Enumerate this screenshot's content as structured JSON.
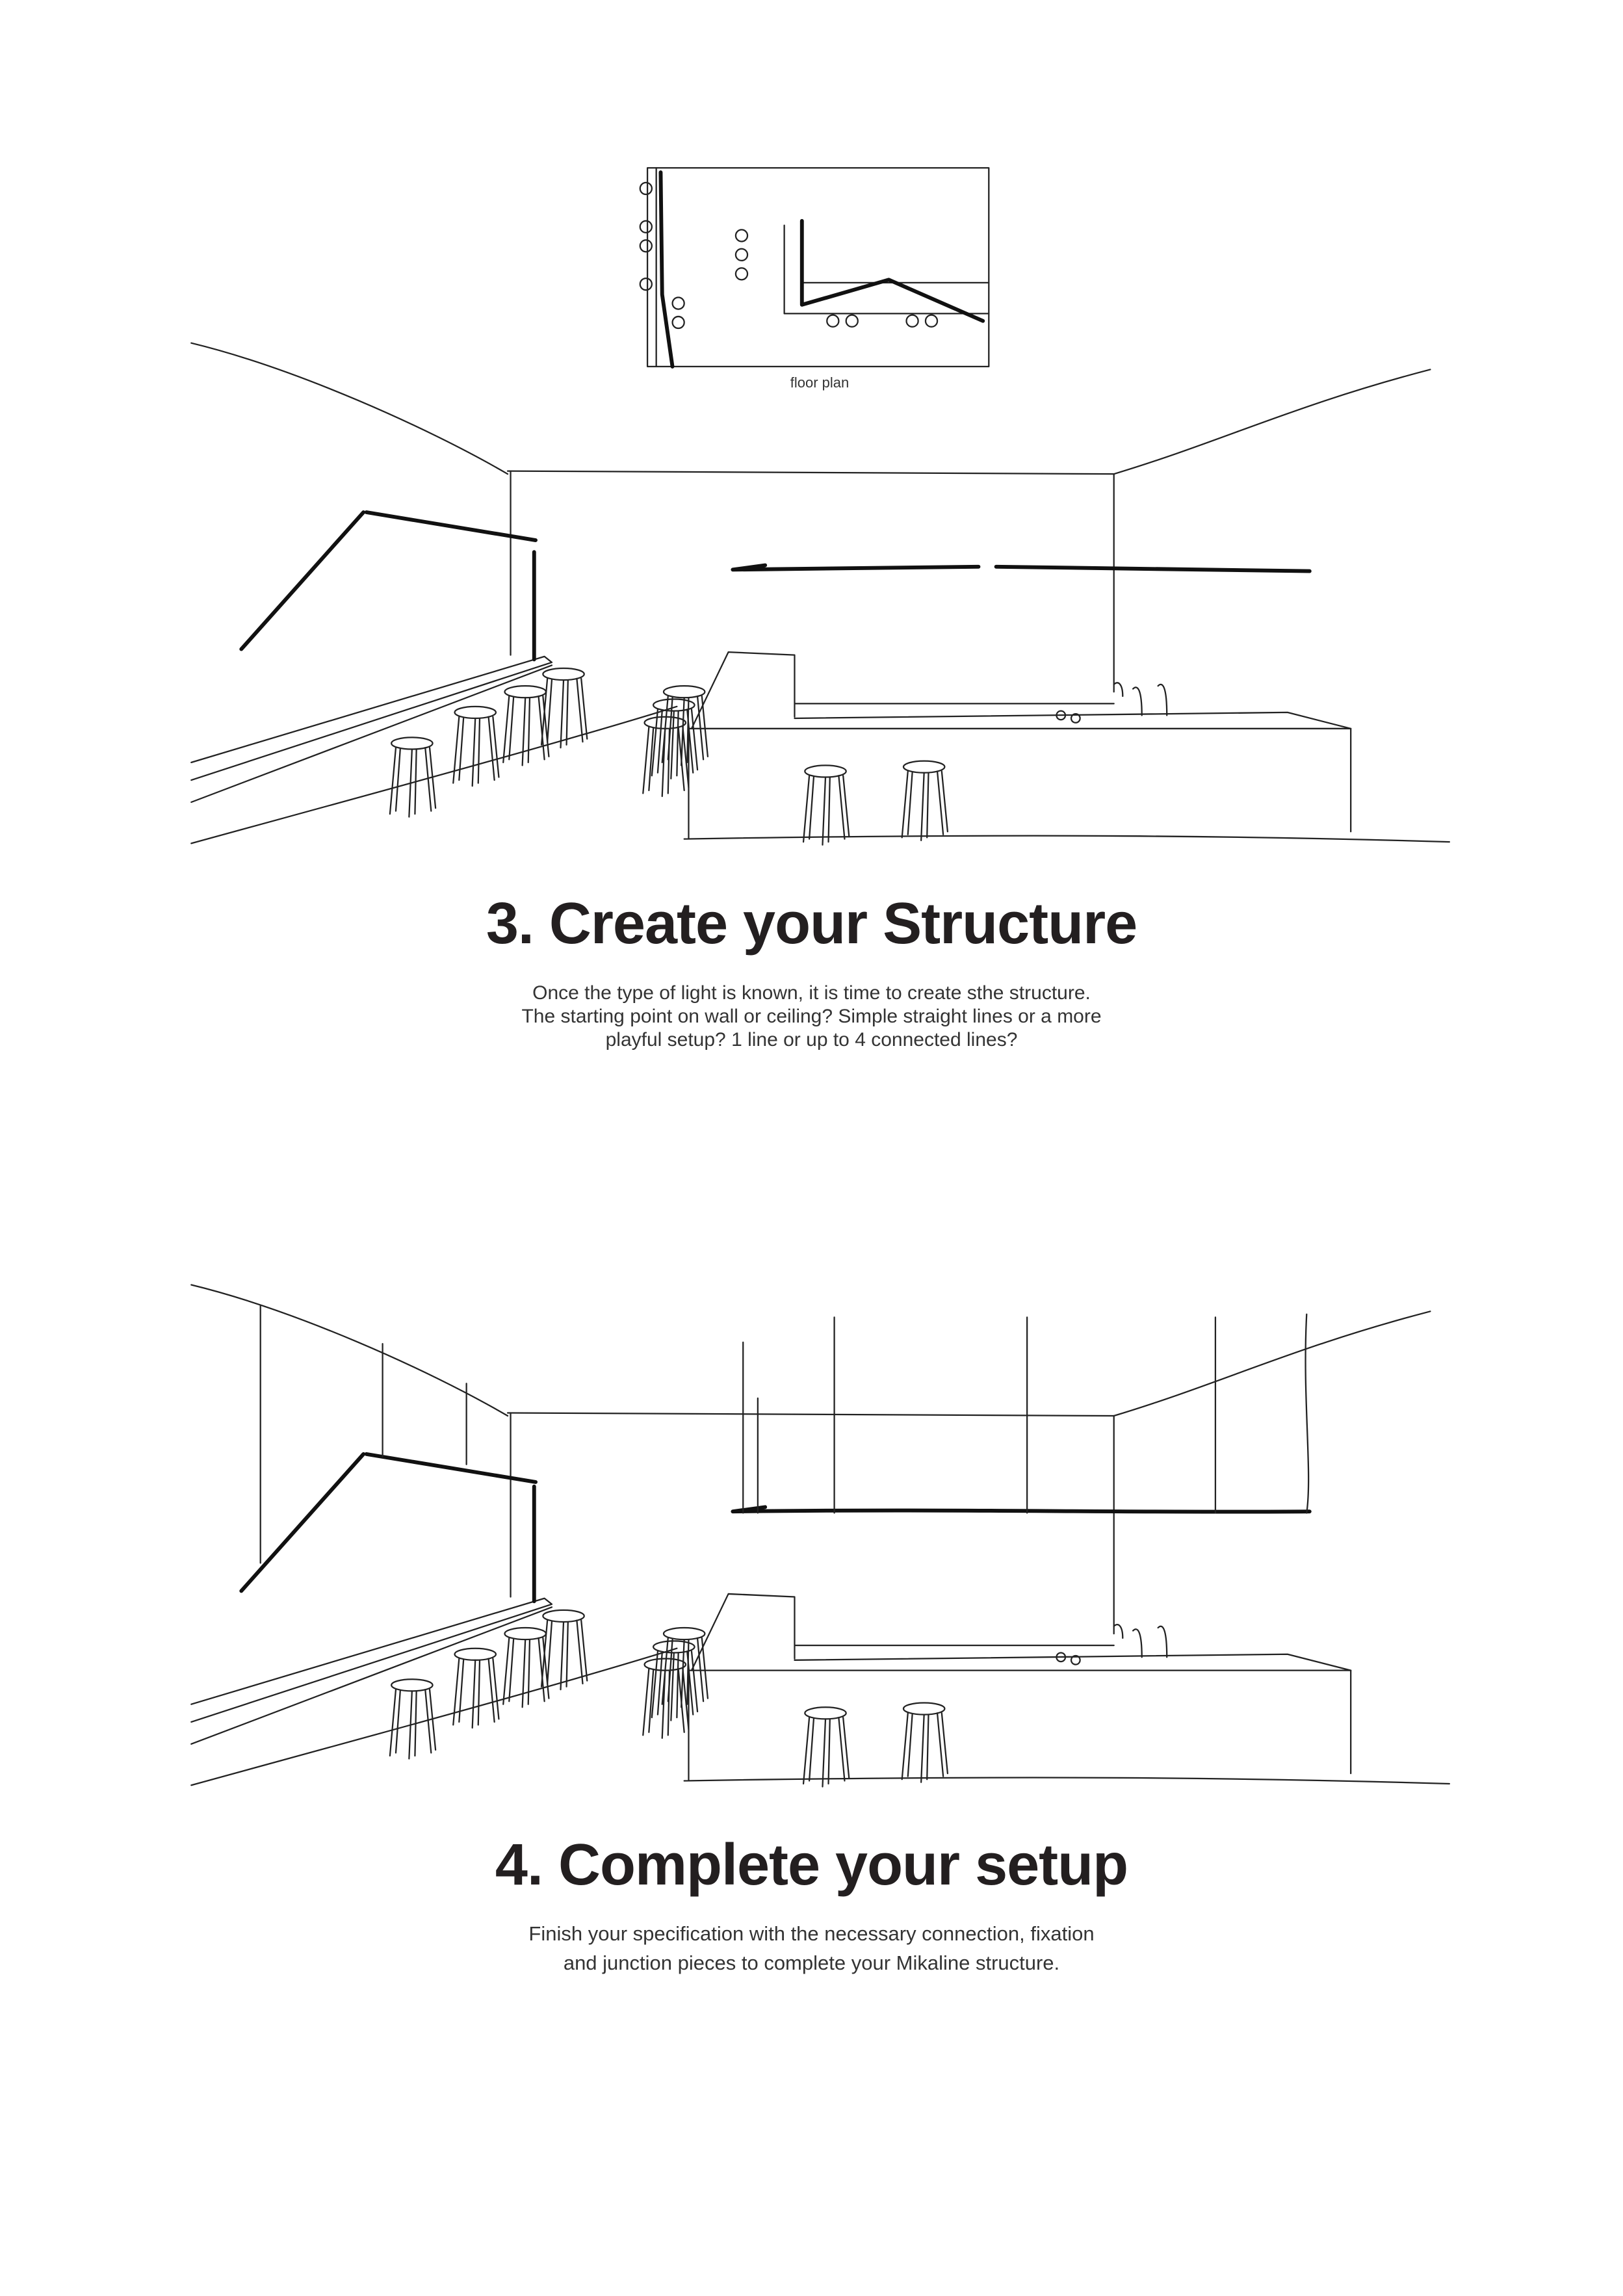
{
  "floor_plan": {
    "label": "floor plan"
  },
  "step3": {
    "heading": "3. Create your Structure",
    "lines": [
      "Once the type of light is known, it is time to create sthe structure.",
      "The starting point on wall or ceiling? Simple straight lines or a more",
      "playful setup? 1 line or up to 4 connected lines?"
    ]
  },
  "step4": {
    "heading": "4. Complete your setup",
    "lines": [
      "Finish your specification with the necessary connection, fixation",
      "and junction pieces to complete your Mikaline structure."
    ]
  }
}
